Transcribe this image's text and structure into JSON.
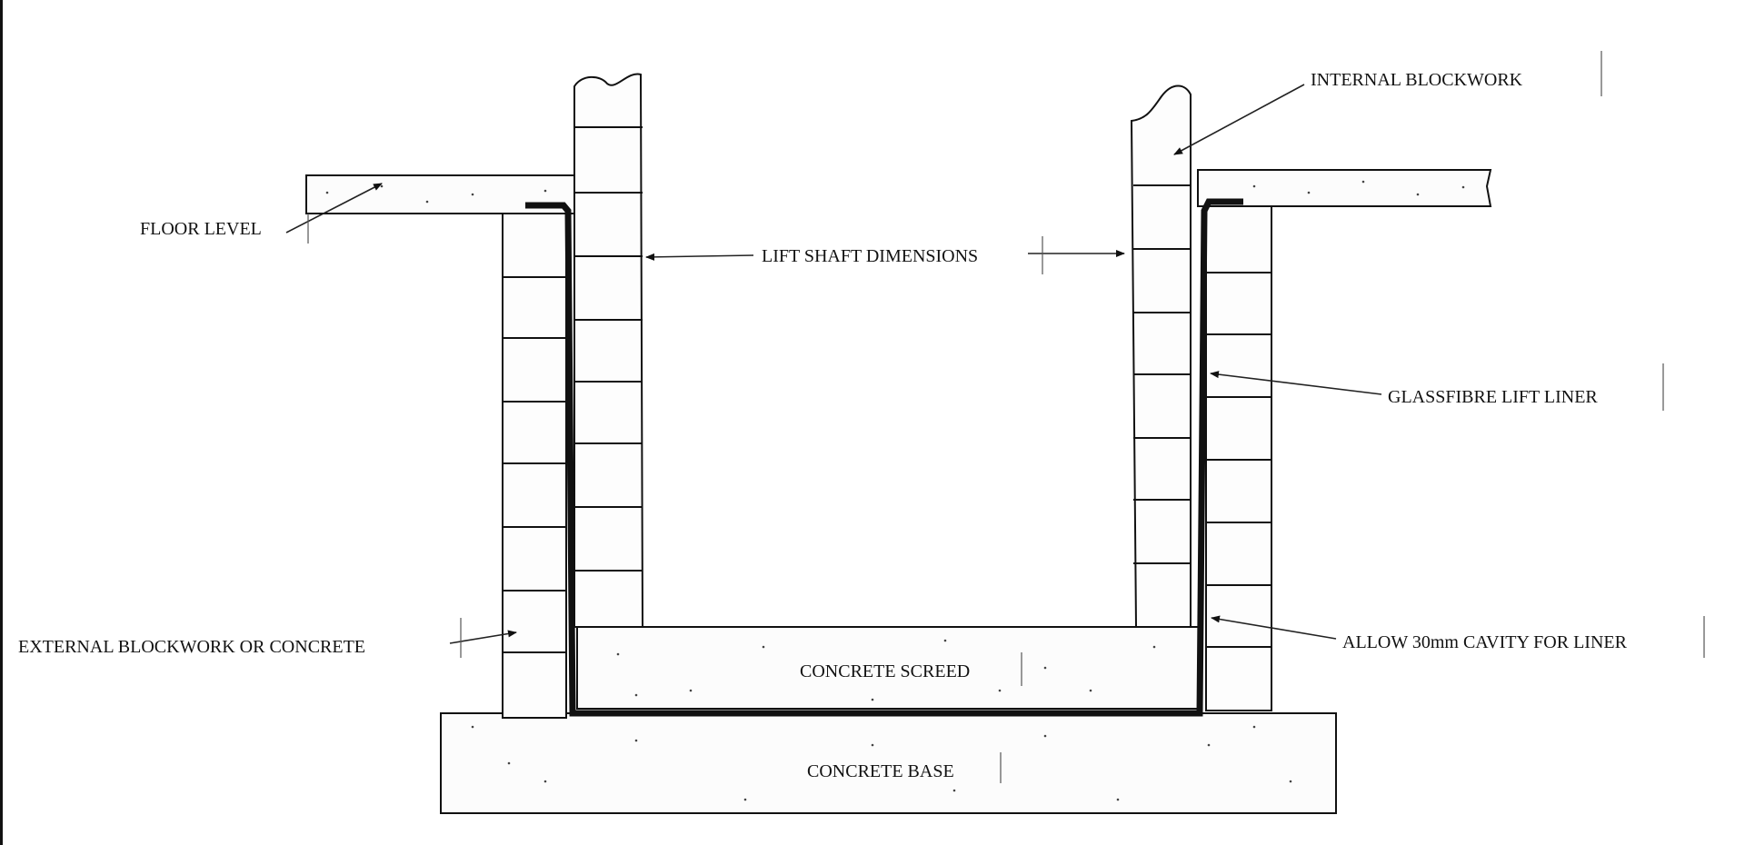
{
  "labels": {
    "internal_blockwork": "INTERNAL BLOCKWORK",
    "floor_level": "FLOOR LEVEL",
    "lift_shaft_dimensions": "LIFT SHAFT DIMENSIONS",
    "glassfibre_lift_liner": "GLASSFIBRE LIFT LINER",
    "external_blockwork": "EXTERNAL BLOCKWORK OR CONCRETE",
    "allow_cavity": "ALLOW 30mm CAVITY FOR LINER",
    "concrete_screed": "CONCRETE SCREED",
    "concrete_base": "CONCRETE BASE"
  }
}
